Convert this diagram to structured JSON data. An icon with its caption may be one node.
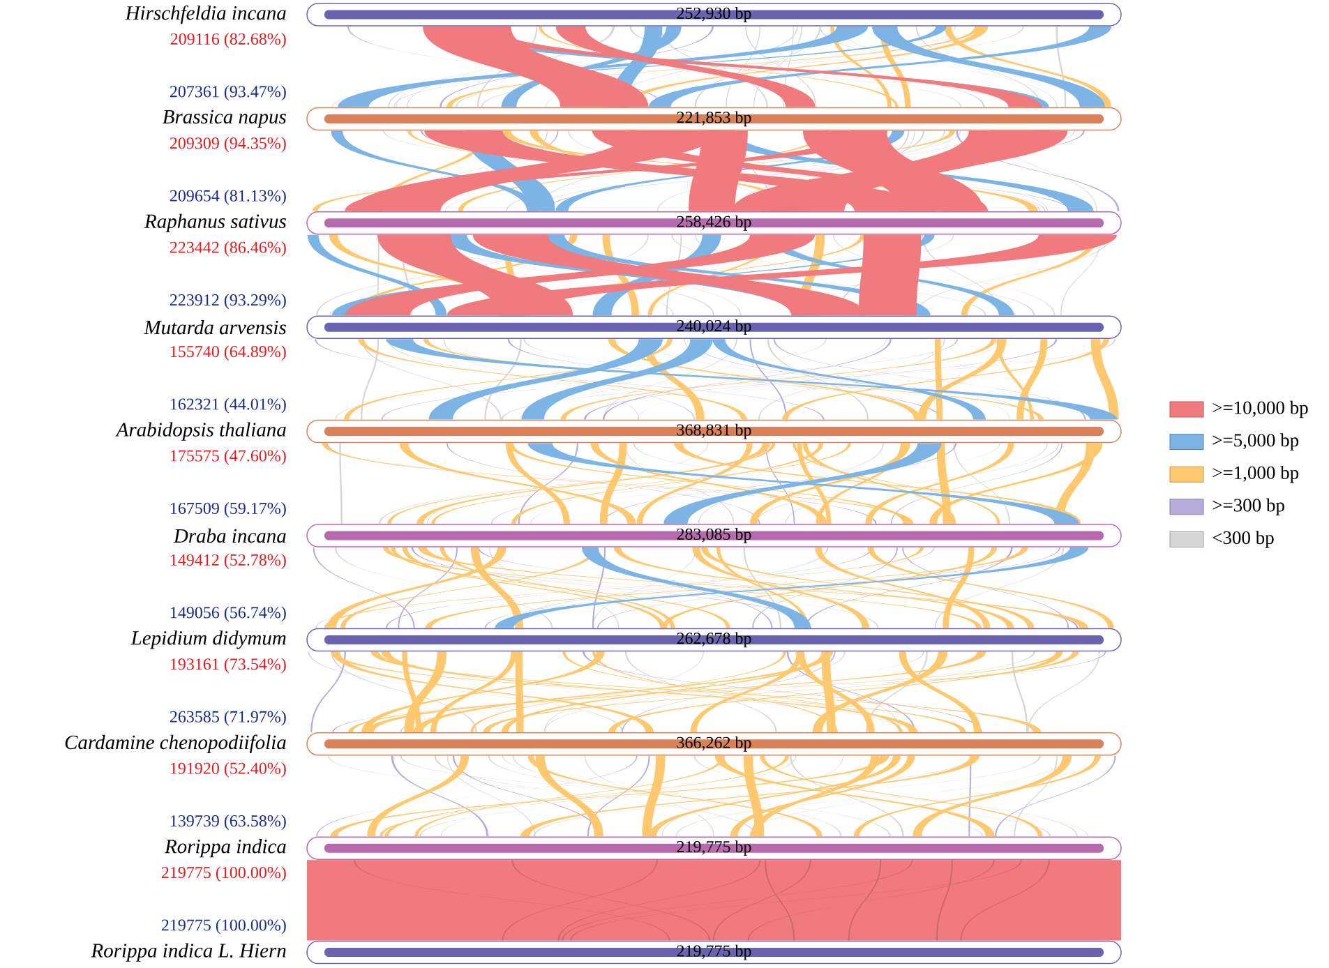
{
  "diagram": {
    "nodes": [
      {
        "text": [
          "Hirschfeldia incana",
          "252,930 bp"
        ],
        "beside": [
          "209116 (82.68%)"
        ]
      },
      {
        "text": [
          "Brassica napus",
          "221,853 bp"
        ],
        "beside": [
          "207361 (93.47%)",
          "209309 (94.35%)"
        ]
      },
      {
        "text": [
          "Raphanus sativus",
          "258,426 bp"
        ],
        "beside": [
          "209654 (81.13%)",
          "223442 (86.46%)"
        ]
      },
      {
        "text": [
          "Mutarda arvensis",
          "240,024 bp"
        ],
        "beside": [
          "223912 (93.29%)",
          "155740 (64.89%)"
        ]
      },
      {
        "text": [
          "Arabidopsis thaliana",
          "368,831 bp"
        ],
        "beside": [
          "162321 (44.01%)",
          "175575 (47.60%)"
        ]
      },
      {
        "text": [
          "Draba incana",
          "283,085 bp"
        ],
        "beside": [
          "167509 (59.17%)",
          "149412 (52.78%)"
        ]
      },
      {
        "text": [
          "Lepidium didymum",
          "262,678 bp"
        ],
        "beside": [
          "149056 (56.74%)",
          "193161 (73.54%)"
        ]
      },
      {
        "text": [
          "Cardamine chenopodiifolia",
          "366,262 bp"
        ],
        "beside": [
          "263585 (71.97%)",
          "191920 (52.40%)"
        ]
      },
      {
        "text": [
          "Rorippa indica",
          "219,775 bp"
        ],
        "beside": [
          "139739 (63.58%)",
          "219775 (100.00%)"
        ]
      },
      {
        "text": [
          "Rorippa indica L. Hiern",
          "219,775 bp"
        ],
        "beside": [
          "219775 (100.00%)"
        ]
      }
    ],
    "legend": [
      {
        "text": ">=10,000 bp",
        "color": "#f07a7e"
      },
      {
        "text": ">=5,000 bp",
        "color": "#7db4e6"
      },
      {
        "text": ">=1,000 bp",
        "color": "#fdc86e"
      },
      {
        "text": ">=300 bp",
        "color": "#b7acd9"
      },
      {
        "text": "<300 bp",
        "color": "#d6d6d6"
      }
    ]
  }
}
